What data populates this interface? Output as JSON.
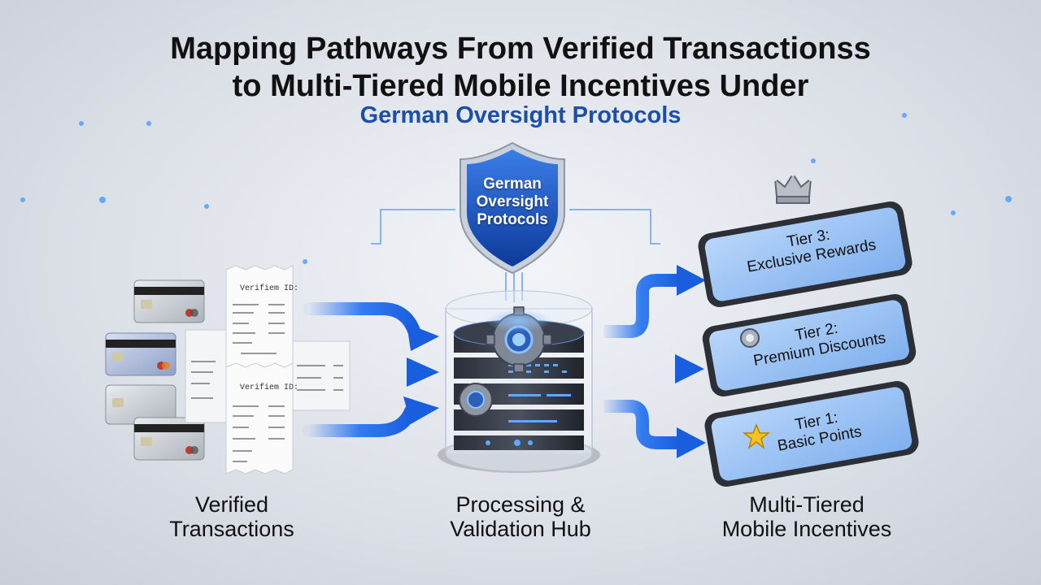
{
  "title": {
    "line1": "Mapping Pathways From Verified Transactionss",
    "line2": "to Multi-Tiered Mobile Incentives Under",
    "subtitle": "German Oversight Protocols"
  },
  "shield": {
    "line1": "German",
    "line2": "Oversight",
    "line3": "Protocols"
  },
  "receipts": {
    "header": "Verifiem ID:",
    "header2": "Verifiem ID:"
  },
  "tiers": [
    {
      "line1": "Tier 3:",
      "line2": "Exclusive Rewards",
      "icon": "crown-icon"
    },
    {
      "line1": "Tier 2:",
      "line2": "Premium Discounts",
      "icon": "gear-badge-icon"
    },
    {
      "line1": "Tier 1:",
      "line2": "Basic Points",
      "icon": "star-icon"
    }
  ],
  "sections": {
    "left_line1": "Verified",
    "left_line2": "Transactions",
    "mid_line1": "Processing &",
    "mid_line2": "Validation Hub",
    "right_line1": "Multi-Tiered",
    "right_line2": "Mobile Incentives"
  },
  "colors": {
    "accent_blue": "#1c4fa8",
    "flow_blue": "#1e6ff0",
    "phone_screen": "#9cc4f4"
  }
}
